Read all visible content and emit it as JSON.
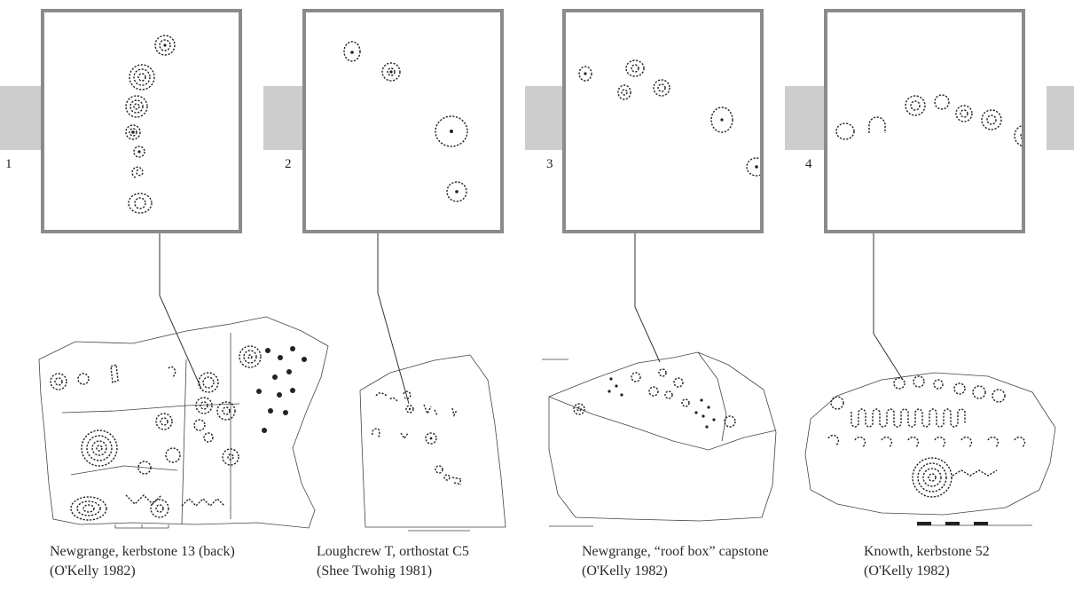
{
  "panels": [
    {
      "number": "1",
      "title": "Newgrange, kerbstone 13 (back)",
      "source": "(O'Kelly 1982)"
    },
    {
      "number": "2",
      "title": "Loughcrew T, orthostat C5",
      "source": "(Shee Twohig 1981)"
    },
    {
      "number": "3",
      "title": "Newgrange, “roof box” capstone",
      "source": "(O'Kelly 1982)"
    },
    {
      "number": "4",
      "title": "Knowth, kerbstone 52",
      "source": "(O'Kelly 1982)"
    }
  ],
  "colors": {
    "frame": "#8b8b8b",
    "band": "#cdcdce",
    "ink": "#222222"
  }
}
